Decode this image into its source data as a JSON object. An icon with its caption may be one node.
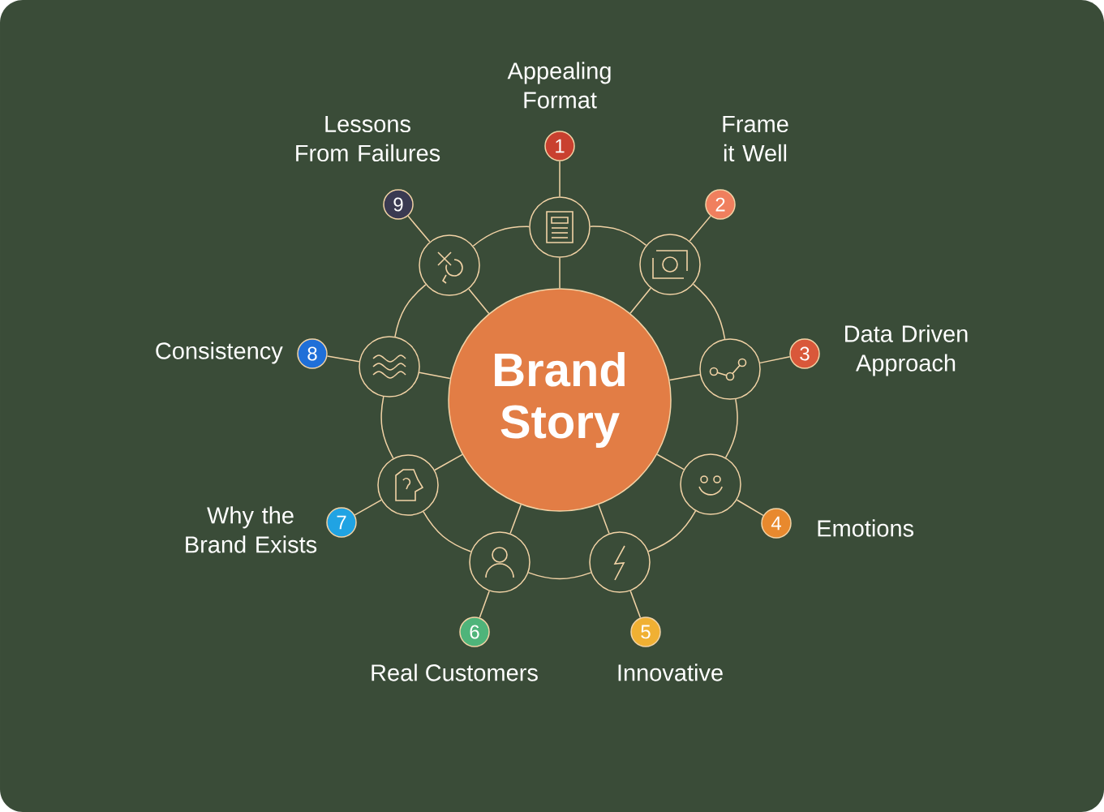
{
  "diagram": {
    "nodes": [
      {
        "text": [
          "Brand Story"
        ]
      },
      {
        "text": [],
        "shape": "circle"
      },
      {
        "text": [],
        "shape": "circle"
      },
      {
        "text": [],
        "shape": "circle"
      },
      {
        "text": [],
        "shape": "circle"
      },
      {
        "text": [],
        "shape": "circle"
      },
      {
        "text": [],
        "shape": "circle"
      },
      {
        "text": [],
        "shape": "circle"
      },
      {
        "text": [],
        "shape": "circle"
      },
      {
        "text": [],
        "shape": "circle"
      },
      {
        "text": [
          "1"
        ],
        "beside": [
          "Appealing Format"
        ]
      },
      {
        "text": [
          "2"
        ],
        "beside": [
          "Frame it Well"
        ]
      },
      {
        "text": [
          "3"
        ],
        "beside": [
          "Data Driven Approach"
        ]
      },
      {
        "text": [
          "4"
        ],
        "beside": [
          "Emotions"
        ]
      },
      {
        "text": [
          "5"
        ],
        "beside": [
          "Innovative"
        ]
      },
      {
        "text": [
          "6"
        ],
        "beside": [
          "Real Customers"
        ]
      },
      {
        "text": [
          "7"
        ],
        "beside": [
          "Why the Brand Exists"
        ]
      },
      {
        "text": [
          "8"
        ],
        "beside": [
          "Consistency"
        ]
      },
      {
        "text": [
          "9"
        ],
        "beside": [
          "Lessons From Failures"
        ]
      }
    ],
    "edges": [
      {
        "from": 0,
        "to": 1,
        "arrow": "none"
      },
      {
        "from": 0,
        "to": 2,
        "arrow": "none"
      },
      {
        "from": 0,
        "to": 3,
        "arrow": "none"
      },
      {
        "from": 0,
        "to": 4,
        "arrow": "none"
      },
      {
        "from": 0,
        "to": 5,
        "arrow": "none"
      },
      {
        "from": 0,
        "to": 6,
        "arrow": "none"
      },
      {
        "from": 0,
        "to": 7,
        "arrow": "none"
      },
      {
        "from": 0,
        "to": 8,
        "arrow": "none"
      },
      {
        "from": 0,
        "to": 9,
        "arrow": "none"
      },
      {
        "from": 1,
        "to": 10,
        "arrow": "none"
      },
      {
        "from": 2,
        "to": 11,
        "arrow": "none"
      },
      {
        "from": 3,
        "to": 12,
        "arrow": "none"
      },
      {
        "from": 4,
        "to": 13,
        "arrow": "none"
      },
      {
        "from": 5,
        "to": 14,
        "arrow": "none"
      },
      {
        "from": 6,
        "to": 15,
        "arrow": "none"
      },
      {
        "from": 7,
        "to": 16,
        "arrow": "none"
      },
      {
        "from": 8,
        "to": 17,
        "arrow": "none"
      },
      {
        "from": 9,
        "to": 18,
        "arrow": "none"
      },
      {
        "from": 1,
        "to": 2,
        "arrow": "none"
      },
      {
        "from": 2,
        "to": 3,
        "arrow": "none"
      },
      {
        "from": 3,
        "to": 4,
        "arrow": "none"
      },
      {
        "from": 4,
        "to": 5,
        "arrow": "none"
      },
      {
        "from": 5,
        "to": 6,
        "arrow": "none"
      },
      {
        "from": 6,
        "to": 7,
        "arrow": "none"
      },
      {
        "from": 7,
        "to": 8,
        "arrow": "none"
      },
      {
        "from": 8,
        "to": 9,
        "arrow": "none"
      },
      {
        "from": 9,
        "to": 1,
        "arrow": "none"
      }
    ]
  }
}
